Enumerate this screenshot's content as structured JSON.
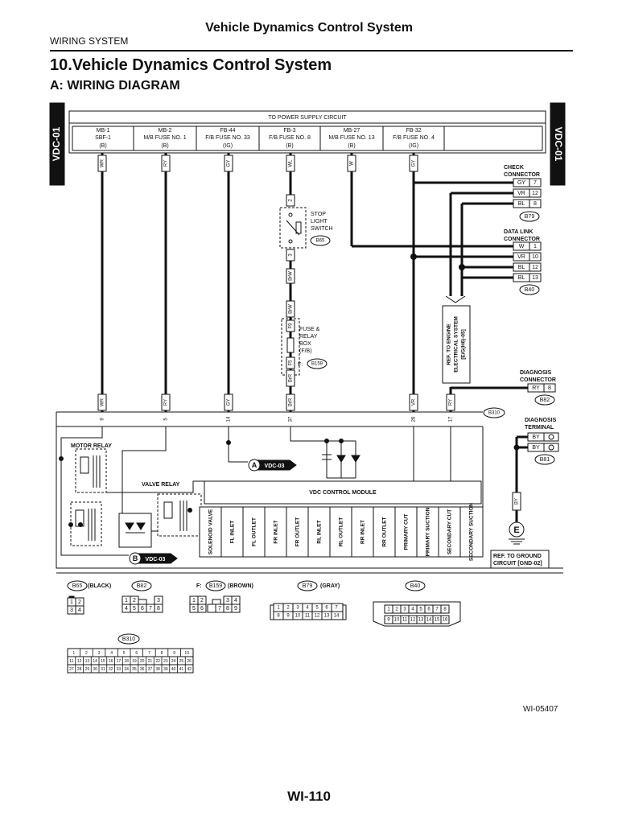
{
  "header": {
    "title": "Vehicle Dynamics Control System",
    "section": "WIRING SYSTEM"
  },
  "main_title": "10.Vehicle Dynamics Control System",
  "sub_title": "A:  WIRING DIAGRAM",
  "side_labels": {
    "left": "VDC-01",
    "right": "VDC-01"
  },
  "power_supply": {
    "title": "TO POWER SUPPLY CIRCUIT",
    "fuses": [
      {
        "line1": "MB-1",
        "line2": "SBF-1",
        "line3": "(B)"
      },
      {
        "line1": "MB-2",
        "line2": "M/B FUSE NO. 1",
        "line3": "(B)"
      },
      {
        "line1": "FB-44",
        "line2": "F/B FUSE NO. 33",
        "line3": "(IG)"
      },
      {
        "line1": "FB-3",
        "line2": "F/B FUSE NO. 8",
        "line3": "(B)"
      },
      {
        "line1": "MB-27",
        "line2": "M/B FUSE NO. 13",
        "line3": "(B)"
      },
      {
        "line1": "FB-32",
        "line2": "F/B FUSE NO. 4",
        "line3": "(IG)"
      }
    ],
    "wire_colors": [
      "WR",
      "RY",
      "GY",
      "WL",
      "W",
      "GY"
    ]
  },
  "check_connector": {
    "title_line1": "CHECK",
    "title_line2": "CONNECTOR",
    "code": "B79",
    "pins": [
      {
        "color": "GY",
        "pin": "7"
      },
      {
        "color": "VR",
        "pin": "12"
      },
      {
        "color": "BL",
        "pin": "8"
      }
    ]
  },
  "data_link_connector": {
    "title_line1": "DATA LINK",
    "title_line2": "CONNECTOR",
    "code": "B40",
    "pins": [
      {
        "color": "W",
        "pin": "1"
      },
      {
        "color": "VR",
        "pin": "10"
      },
      {
        "color": "BL",
        "pin": "12"
      },
      {
        "color": "BL",
        "pin": "13"
      }
    ]
  },
  "stop_light_switch": {
    "line1": "STOP",
    "line2": "LIGHT",
    "line3": "SWITCH",
    "code": "B65",
    "pin_top": "2",
    "pin_bottom": "3",
    "wire_below": "BrW"
  },
  "fuse_relay_box": {
    "line1": "FUSE &",
    "line2": "RELAY",
    "line3": "BOX",
    "line4": "(F/B)",
    "prefix": "F:",
    "code": "B159",
    "pin_top": "F9",
    "pin_bottom": "F5",
    "wire_top": "BrW",
    "wire_bottom": "BrR"
  },
  "ref_engine": {
    "line1": "REF. TO ENGINE",
    "line2": "ELECTRICAL SYSTEM",
    "line3": "[E/G(H6)-05]"
  },
  "diagnosis_connector": {
    "title_line1": "DIAGNOSIS",
    "title_line2": "CONNECTOR",
    "code": "B82",
    "pin_color": "RY",
    "pin": "8"
  },
  "diagnosis_terminal": {
    "title_line1": "DIAGNOSIS",
    "title_line2": "TERMINAL",
    "code": "B81",
    "pins": [
      "BY",
      "BY"
    ]
  },
  "module_pins": {
    "code": "B310",
    "items": [
      {
        "pin": "9",
        "wire": "WR"
      },
      {
        "pin": "5",
        "wire": "RY"
      },
      {
        "pin": "14",
        "wire": "GY"
      },
      {
        "pin": "37",
        "wire": "BrR"
      },
      {
        "pin": "26",
        "wire": "VR"
      },
      {
        "pin": "17",
        "wire": "RY"
      }
    ]
  },
  "module": {
    "motor_relay": "MOTOR RELAY",
    "valve_relay": "VALVE RELAY",
    "title": "VDC CONTROL MODULE",
    "ref_a_letter": "A",
    "ref_a_label": "VDC-03",
    "ref_b_letter": "B",
    "ref_b_label": "VDC-03",
    "cells": [
      "SOLENOID VALVE",
      "FL INLET",
      "FL OUTLET",
      "FR INLET",
      "FR OUTLET",
      "RL INLET",
      "RL OUTLET",
      "RR INLET",
      "RR OUTLET",
      "PRIMARY CUT",
      "PRIMARY SUCTION",
      "SECONDARY CUT",
      "SECONDARY SUCTION"
    ]
  },
  "ground": {
    "wire": "BY",
    "symbol": "E",
    "ref_line1": "REF. TO GROUND",
    "ref_line2": "CIRCUIT [GND-02]"
  },
  "connector_views": {
    "b65": {
      "code": "B65",
      "color": "(BLACK)",
      "pins": [
        "1",
        "2",
        "3",
        "4"
      ]
    },
    "b82": {
      "code": "B82",
      "pins": [
        "1",
        "2",
        "3",
        "4",
        "5",
        "6",
        "7",
        "8"
      ]
    },
    "b159": {
      "prefix": "F:",
      "code": "B159",
      "color": "(BROWN)",
      "pins": [
        "1",
        "2",
        "3",
        "4",
        "5",
        "6",
        "7",
        "8",
        "9"
      ]
    },
    "b79": {
      "code": "B79",
      "color": "(GRAY)",
      "pins": [
        "1",
        "2",
        "3",
        "4",
        "5",
        "6",
        "7",
        "8",
        "9",
        "10",
        "11",
        "12",
        "13",
        "14"
      ]
    },
    "b40": {
      "code": "B40",
      "pins": [
        "1",
        "2",
        "3",
        "4",
        "5",
        "6",
        "7",
        "8",
        "9",
        "10",
        "11",
        "12",
        "13",
        "14",
        "15",
        "16"
      ]
    },
    "b310": {
      "code": "B310",
      "pins": [
        "1",
        "2",
        "3",
        "4",
        "5",
        "6",
        "7",
        "8",
        "9",
        "10",
        "11",
        "12",
        "13",
        "14",
        "15",
        "16",
        "17",
        "18",
        "19",
        "20",
        "21",
        "22",
        "23",
        "24",
        "25",
        "26",
        "27",
        "28",
        "29",
        "30",
        "31",
        "32",
        "33",
        "34",
        "35",
        "36",
        "37",
        "38",
        "39",
        "40",
        "41",
        "42"
      ]
    }
  },
  "footer": {
    "code": "WI-05407",
    "page": "WI-110"
  }
}
